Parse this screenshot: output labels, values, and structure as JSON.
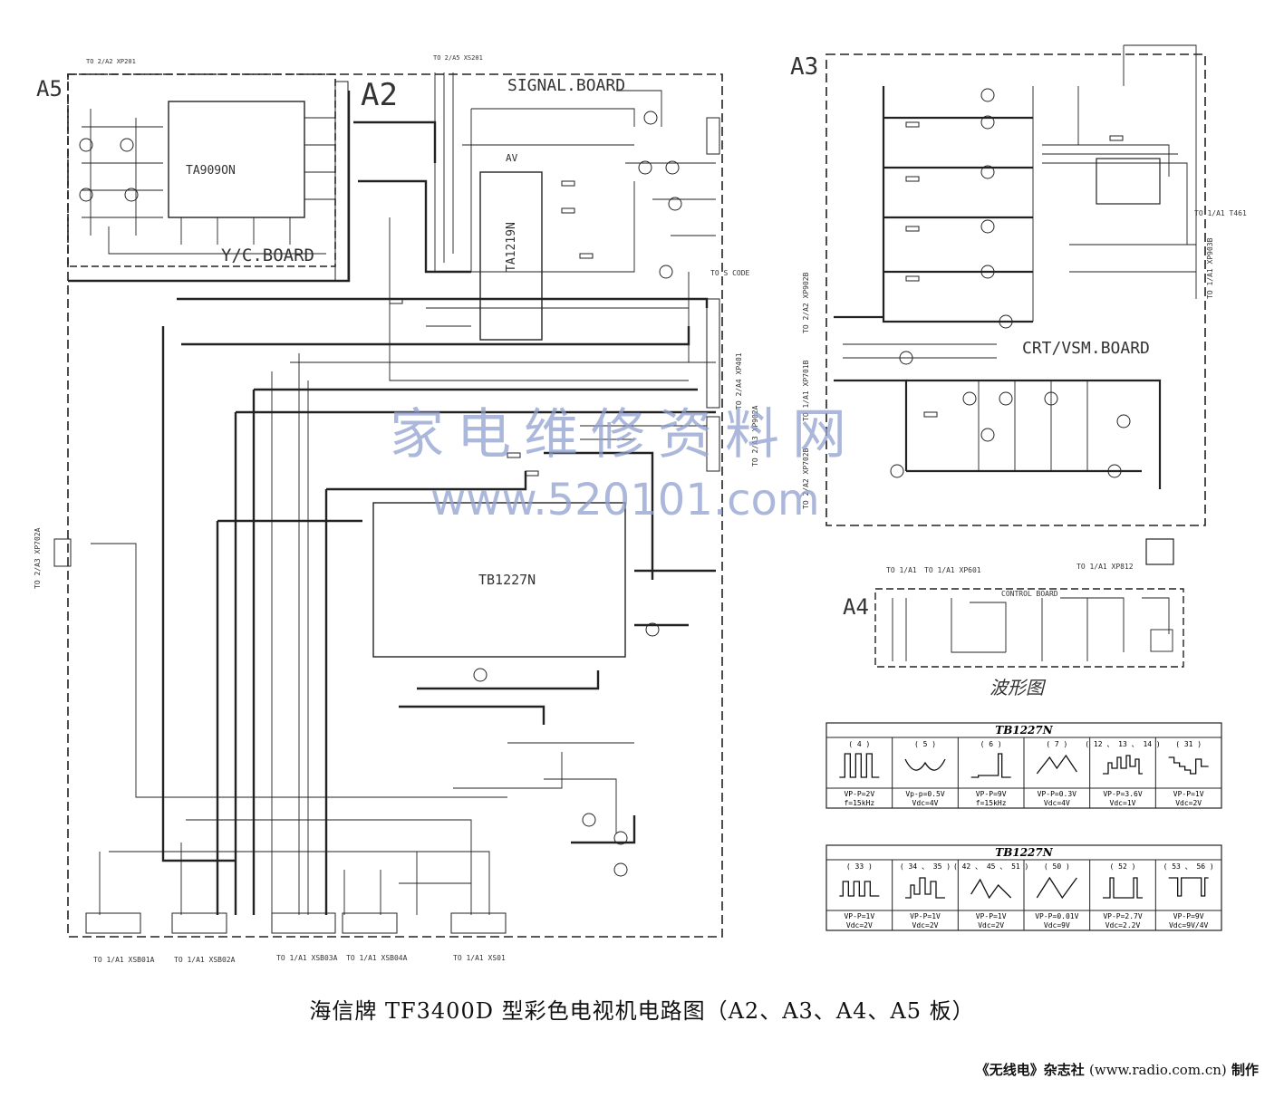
{
  "boards": {
    "a5": {
      "label": "A5",
      "name": "Y/C.BOARD",
      "connector": "TO 2/A2 XP201"
    },
    "a2": {
      "label": "A2",
      "name": "SIGNAL.BOARD",
      "connector": "TO 2/A5 XS201"
    },
    "a3": {
      "label": "A3",
      "name": "CRT/VSM.BOARD",
      "connector_right": "TO 1/A1 T461",
      "connector_right2": "TO 1/A1 XP903B"
    },
    "a4": {
      "label": "A4",
      "name": "CONTROL BOARD",
      "connectors": [
        "TO 1/A1",
        "TO 1/A1 XP601",
        "TO 1/A1 XP812"
      ]
    }
  },
  "chips": [
    "TA909ON",
    "TA1219N",
    "TB1227N",
    "AV"
  ],
  "side_labels": {
    "a2_left": "TO 2/A3 XP702A",
    "a2_right1": "TO 2/A4 XP401",
    "a2_right2": "TO 2/A3 XP902A",
    "a3_left1": "TO 2/A2 XP902B",
    "a3_left2": "TO 1/A1 XP701B",
    "a3_left3": "TO 2/A2 XP702B",
    "s_code": "TO S CODE"
  },
  "bottom_connectors": [
    "TO 1/A1 XSB01A",
    "TO 1/A1 XSB02A",
    "TO 1/A1 XSB03A",
    "TO 1/A1 XSB04A",
    "TO 1/A1 XS01"
  ],
  "waveform_title": "波形图",
  "waveform_tables": [
    {
      "chip": "TB1227N",
      "cells": [
        {
          "pin": "( 4 )",
          "l1": "VP-P=2V",
          "l2": "f=15kHz"
        },
        {
          "pin": "( 5 )",
          "l1": "Vp-p=0.5V",
          "l2": "Vdc=4V"
        },
        {
          "pin": "( 6 )",
          "l1": "VP-P=9V",
          "l2": "f=15kHz"
        },
        {
          "pin": "( 7 )",
          "l1": "VP-P=0.3V",
          "l2": "Vdc=4V"
        },
        {
          "pin": "( 12 、 13 、 14 )",
          "l1": "VP-P=3.6V",
          "l2": "Vdc=1V"
        },
        {
          "pin": "( 31 )",
          "l1": "VP-P=1V",
          "l2": "Vdc=2V"
        }
      ]
    },
    {
      "chip": "TB1227N",
      "cells": [
        {
          "pin": "( 33 )",
          "l1": "VP-P=1V",
          "l2": "Vdc=2V"
        },
        {
          "pin": "( 34 、 35 )",
          "l1": "VP-P=1V",
          "l2": "Vdc=2V"
        },
        {
          "pin": "( 42 、 45 、 51 )",
          "l1": "VP-P=1V",
          "l2": "Vdc=2V"
        },
        {
          "pin": "( 50 )",
          "l1": "VP-P=0.01V",
          "l2": "Vdc=9V"
        },
        {
          "pin": "( 52 )",
          "l1": "VP-P=2.7V",
          "l2": "Vdc=2.2V"
        },
        {
          "pin": "( 53 、 56 )",
          "l1": "VP-P=9V",
          "l2": "Vdc=9V/4V"
        }
      ]
    }
  ],
  "watermark": {
    "cn": "家电维修资料网",
    "url": "www.520101.com"
  },
  "caption": "海信牌 TF3400D 型彩色电视机电路图（A2、A3、A4、A5 板）",
  "publisher": {
    "mag": "《无线电》杂志社",
    "url": "(www.radio.com.cn)",
    "suffix": "制作"
  }
}
